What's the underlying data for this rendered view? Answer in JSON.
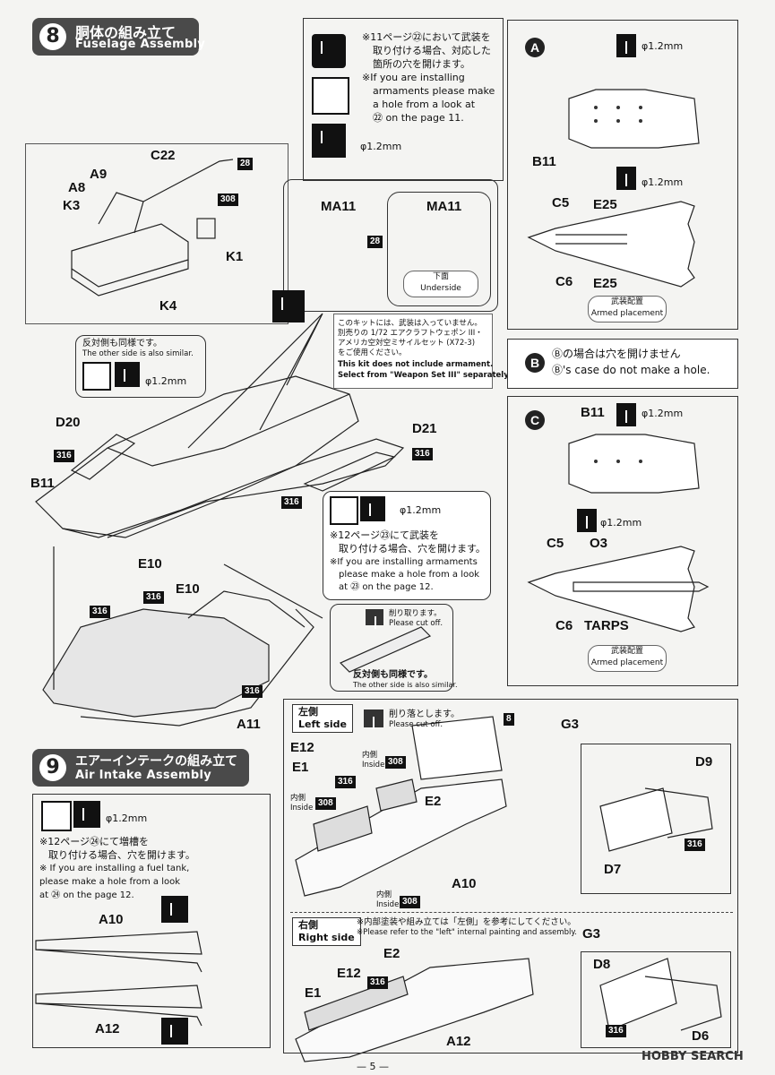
{
  "step8": {
    "num": "8",
    "jp": "胴体の組み立て",
    "en": "Fuselage Assembly"
  },
  "step9": {
    "num": "9",
    "jp": "エアーインテークの組み立て",
    "en": "Air Intake Assembly"
  },
  "note11": {
    "jp1": "※11ページ㉒において武装を",
    "jp2": "取り付ける場合、対応した",
    "jp3": "箇所の穴を開けます。",
    "en1": "※If you are installing",
    "en2": "armaments please make",
    "en3": "a hole from a look at",
    "en4": "㉒ on the page 11.",
    "size": "φ1.2mm"
  },
  "panelA": {
    "letter": "A",
    "size1": "φ1.2mm",
    "size2": "φ1.2mm",
    "b11": "B11",
    "c5": "C5",
    "e25a": "E25",
    "c6": "C6",
    "e25b": "E25",
    "armed_jp": "武装配置",
    "armed_en": "Armed placement"
  },
  "panelB": {
    "letter": "B",
    "jp": "Ⓑの場合は穴を開けません",
    "en": "Ⓑ's case do not make a hole."
  },
  "panelC": {
    "letter": "C",
    "b11": "B11",
    "size1": "φ1.2mm",
    "size2": "φ1.2mm",
    "c5": "C5",
    "o3": "O3",
    "c6": "C6",
    "tarps": "TARPS",
    "armed_jp": "武装配置",
    "armed_en": "Armed placement"
  },
  "labels8": {
    "c22": "C22",
    "a9": "A9",
    "a8": "A8",
    "k3": "K3",
    "k1": "K1",
    "k4": "K4",
    "t28": "28",
    "t308": "308",
    "ma11a": "MA11",
    "ma11b": "MA11",
    "t28b": "28",
    "underside_jp": "下面",
    "underside_en": "Underside",
    "d20": "D20",
    "d21": "D21",
    "b11": "B11",
    "e10a": "E10",
    "e10b": "E10",
    "a11": "A11",
    "t316": "316",
    "size": "φ1.2mm"
  },
  "other_side": {
    "jp": "反対側も同様です。",
    "en": "The other side is also similar."
  },
  "kit_note": {
    "jp1": "このキットには、武装は入っていません。",
    "jp2": "別売りの 1/72 エアクラフトウェポン III・",
    "jp3": "アメリカ空対空ミサイルセット (X72-3)",
    "jp4": "をご使用ください。",
    "en1": "This kit does not include armament.",
    "en2": "Select from \"Weapon Set III\" separately sold."
  },
  "note12": {
    "size": "φ1.2mm",
    "jp1": "※12ページ㉓にて武装を",
    "jp2": "取り付ける場合、穴を開けます。",
    "en1": "※If you are installing armaments",
    "en2": "please make a hole from a look",
    "en3": "at ㉓ on the page 12."
  },
  "cutoff": {
    "jp": "削り取ります。",
    "en": "Please cut off.",
    "other_jp": "反対側も同様です。",
    "other_en": "The other side is also similar."
  },
  "note_fuel": {
    "size": "φ1.2mm",
    "jp1": "※12ページ㉔にて増槽を",
    "jp2": "取り付ける場合、穴を開けます。",
    "en1": "※ If you are installing a fuel tank,",
    "en2": "please make a hole from a look",
    "en3": "at ㉔ on the page 12.",
    "a10": "A10",
    "a12": "A12"
  },
  "intake": {
    "left_jp": "左側",
    "left_en": "Left side",
    "cut_jp": "削り落とします。",
    "cut_en": "Please cut off.",
    "e12": "E12",
    "e1": "E1",
    "e2": "E2",
    "a10": "A10",
    "g3": "G3",
    "t8": "8",
    "inside_jp": "内側",
    "inside_en": "Inside",
    "t308": "308",
    "t316": "316",
    "d9": "D9",
    "d7": "D7",
    "right_jp": "右側",
    "right_en": "Right side",
    "right_note_jp": "※内部塗装や組み立ては「左側」を参考にしてください。",
    "right_note_en": "※Please refer to the \"left\" internal painting and assembly.",
    "g3b": "G3",
    "e2b": "E2",
    "e12b": "E12",
    "e1b": "E1",
    "a12": "A12",
    "d8": "D8",
    "d6": "D6"
  },
  "footer": {
    "page": "— 5 —",
    "watermark": "HOBBY SEARCH"
  }
}
